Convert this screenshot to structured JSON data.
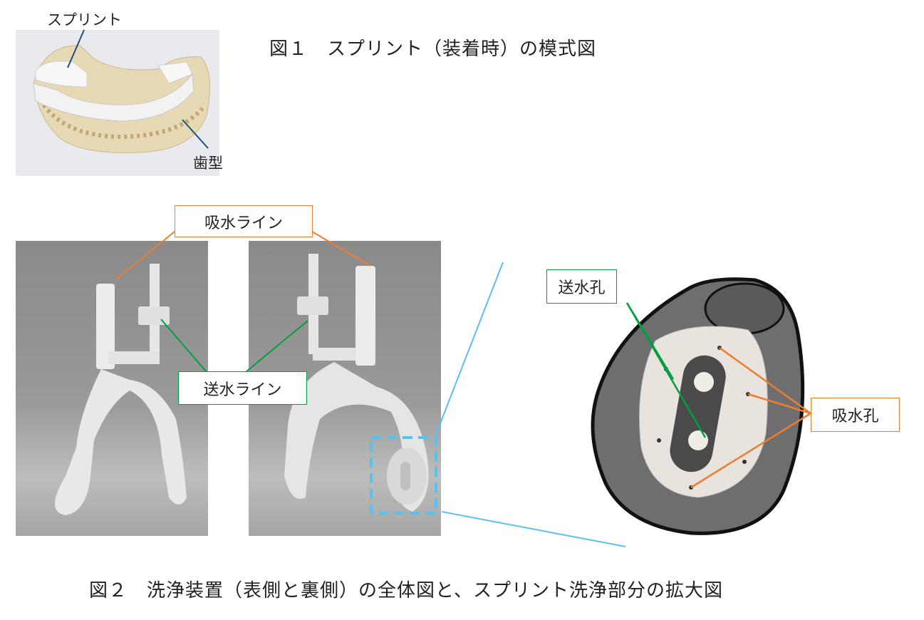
{
  "figure1": {
    "title": "図１　スプリント（装着時）の模式図",
    "label_splint": "スプリント",
    "label_dental_model": "歯型"
  },
  "figure2": {
    "caption": "図２　洗浄装置（表側と裏側）の全体図と、スプリント洗浄部分の拡大図",
    "label_suction_line": "吸水ライン",
    "label_water_supply_line": "送水ライン",
    "label_water_supply_hole": "送水孔",
    "label_suction_hole": "吸水孔"
  },
  "colors": {
    "suction": "#ed7d31",
    "supply": "#00a040",
    "zoom_lines": "#5bc0eb",
    "leader": "#1f4e79"
  }
}
